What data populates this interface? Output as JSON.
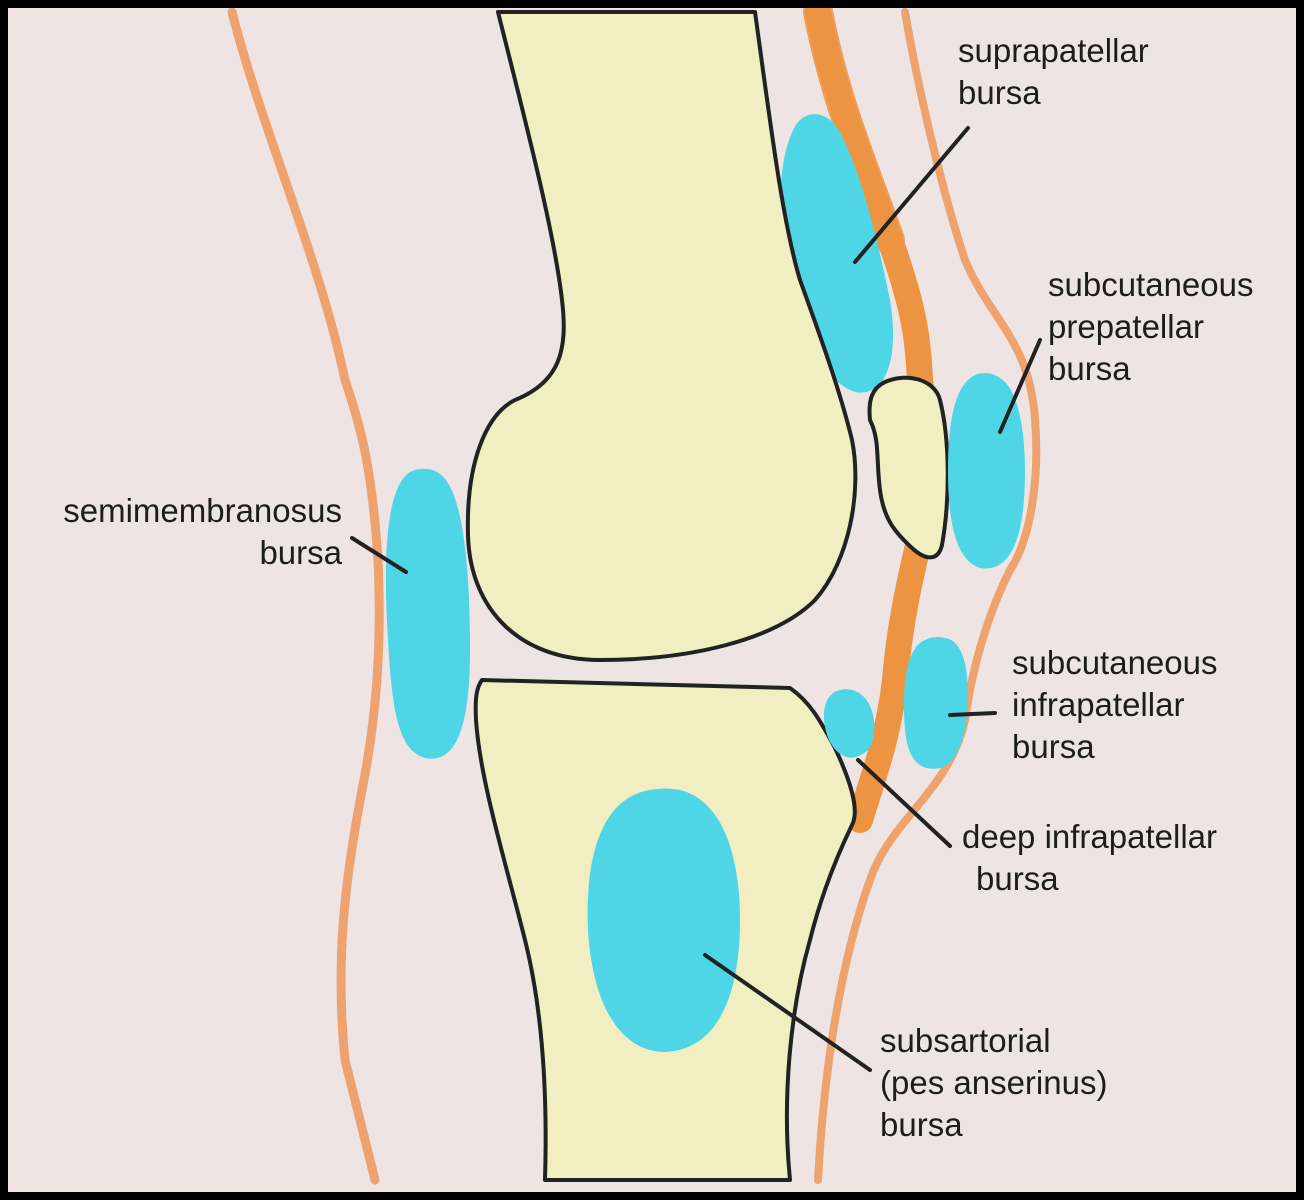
{
  "colors": {
    "background": "#efe4e4",
    "bone": "#f1eec2",
    "bursa": "#4fd6e6",
    "skin": "#eea36e",
    "tendon": "#ec9442",
    "outline": "#222222",
    "frame": "#000000"
  },
  "labels": {
    "suprapatellar": {
      "line1": "suprapatellar",
      "line2": "bursa"
    },
    "prepatellar": {
      "line1": "subcutaneous",
      "line2": "prepatellar",
      "line3": "bursa"
    },
    "semimembranosus": {
      "line1": "semimembranosus",
      "line2": "bursa"
    },
    "subcutaneous_infrapatellar": {
      "line1": "subcutaneous",
      "line2": "infrapatellar",
      "line3": "bursa"
    },
    "deep_infrapatellar": {
      "line1": "deep infrapatellar",
      "line2": "bursa"
    },
    "subsartorial": {
      "line1": "subsartorial",
      "line2": "(pes anserinus)",
      "line3": "bursa"
    }
  }
}
